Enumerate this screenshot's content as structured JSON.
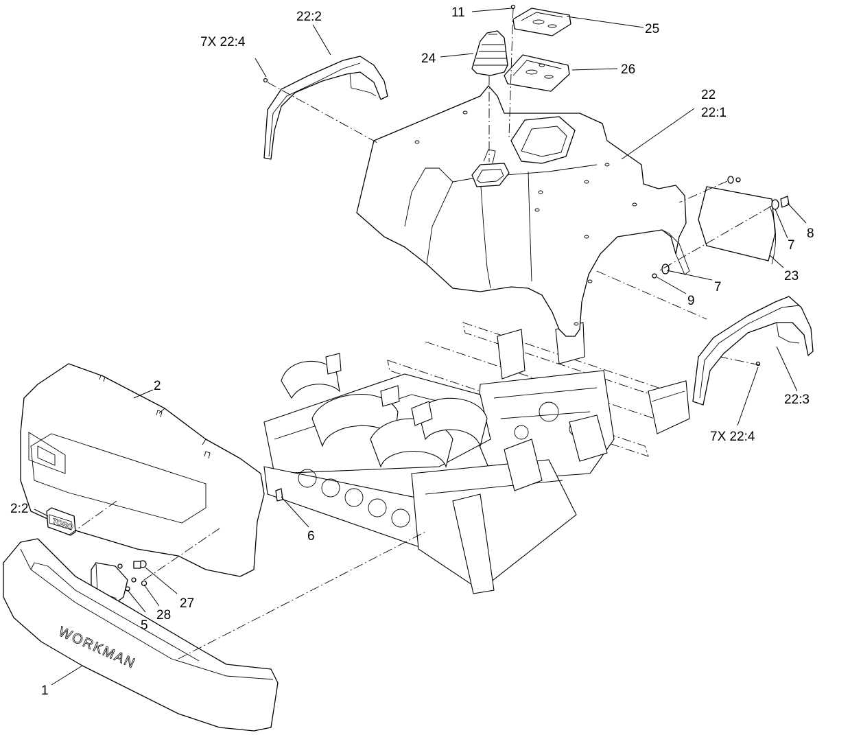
{
  "diagram": {
    "callouts": {
      "c1": "1",
      "c2": "2",
      "c2_2": "2:2",
      "c5": "5",
      "c6": "6",
      "c7a": "7",
      "c7b": "7",
      "c8": "8",
      "c9": "9",
      "c11": "11",
      "c22": "22",
      "c22_1": "22:1",
      "c22_2": "22:2",
      "c22_3": "22:3",
      "c22_4_left": "7X  22:4",
      "c22_4_right": "7X  22:4",
      "c23": "23",
      "c24": "24",
      "c25": "25",
      "c26": "26",
      "c27": "27",
      "c28": "28"
    },
    "bumper_text": "WORKMAN",
    "badge_text": "TORO"
  }
}
